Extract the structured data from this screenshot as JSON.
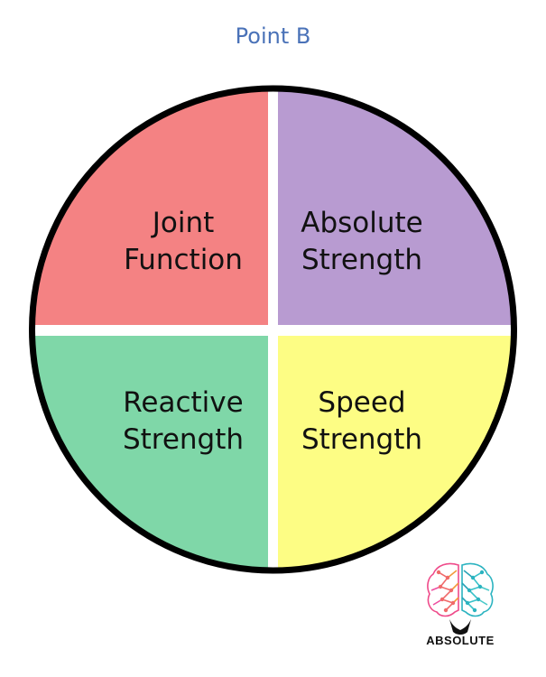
{
  "title": "Point B",
  "quadrants": {
    "top_left": {
      "line1": "Joint",
      "line2": "Function",
      "color": "#f48283"
    },
    "top_right": {
      "line1": "Absolute",
      "line2": "Strength",
      "color": "#b89bd1"
    },
    "bottom_left": {
      "line1": "Reactive",
      "line2": "Strength",
      "color": "#7fd7a8"
    },
    "bottom_right": {
      "line1": "Speed",
      "line2": "Strength",
      "color": "#fdfd84"
    }
  },
  "logo": {
    "text": "ABSOLUTE",
    "icon": "brain-logo-icon"
  }
}
